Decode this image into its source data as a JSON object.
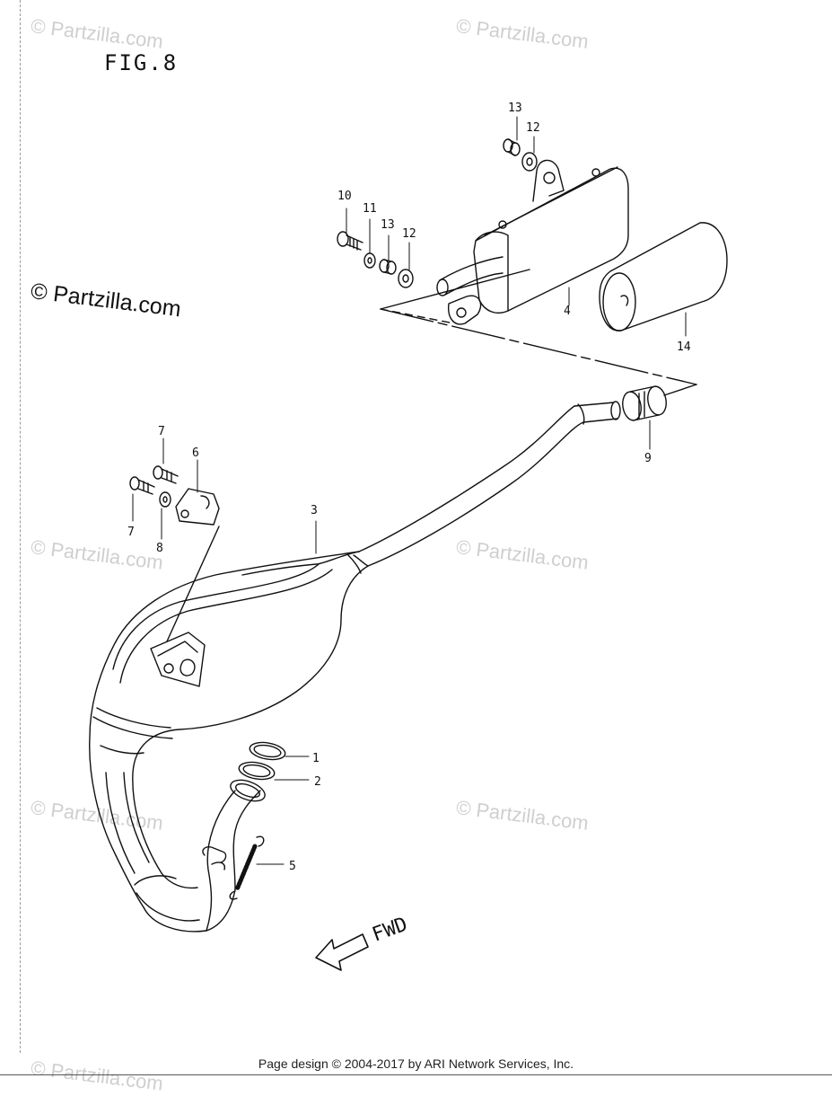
{
  "figure": {
    "title": "FIG.8"
  },
  "watermark": {
    "text": "© Partzilla.com",
    "main_text": "© Partzilla.com"
  },
  "callouts": [
    {
      "id": "c1",
      "label": "1"
    },
    {
      "id": "c2",
      "label": "2"
    },
    {
      "id": "c3",
      "label": "3"
    },
    {
      "id": "c4",
      "label": "4"
    },
    {
      "id": "c5",
      "label": "5"
    },
    {
      "id": "c6",
      "label": "6"
    },
    {
      "id": "c7a",
      "label": "7"
    },
    {
      "id": "c7b",
      "label": "7"
    },
    {
      "id": "c8",
      "label": "8"
    },
    {
      "id": "c9",
      "label": "9"
    },
    {
      "id": "c10",
      "label": "10"
    },
    {
      "id": "c11",
      "label": "11"
    },
    {
      "id": "c12a",
      "label": "12"
    },
    {
      "id": "c12b",
      "label": "12"
    },
    {
      "id": "c13a",
      "label": "13"
    },
    {
      "id": "c13b",
      "label": "13"
    },
    {
      "id": "c14",
      "label": "14"
    }
  ],
  "direction": {
    "label": "FWD"
  },
  "footer": {
    "text": "Page design © 2004-2017 by ARI Network Services, Inc."
  },
  "colors": {
    "line": "#111111",
    "watermark": "#cfcfcf"
  }
}
